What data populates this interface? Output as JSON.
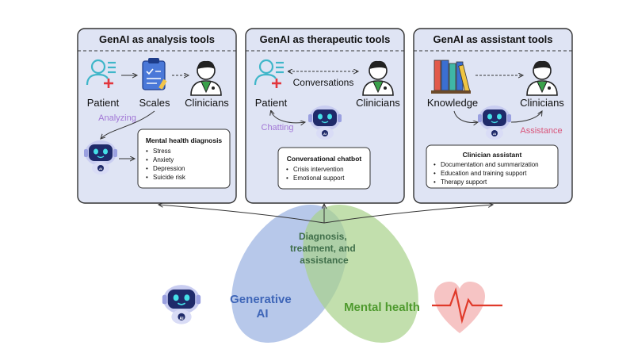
{
  "panels": [
    {
      "title": "GenAI as analysis tools",
      "labels": {
        "patient": "Patient",
        "scales": "Scales",
        "clinicians": "Clinicians",
        "action": "Analyzing"
      },
      "box": {
        "title": "Mental health diagnosis",
        "items": [
          "Stress",
          "Anxiety",
          "Depression",
          "Suicide risk"
        ]
      }
    },
    {
      "title": "GenAI as therapeutic tools",
      "labels": {
        "conversations": "Conversations",
        "patient": "Patient",
        "clinicians": "Clinicians",
        "action": "Chatting"
      },
      "box": {
        "title": "Conversational chatbot",
        "items": [
          "Crisis intervention",
          "Emotional support"
        ]
      }
    },
    {
      "title": "GenAI as assistant tools",
      "labels": {
        "knowledge": "Knowledge",
        "clinicians": "Clinicians",
        "action": "Assistance"
      },
      "box": {
        "title": "Clinician assistant",
        "items": [
          "Documentation and summarization",
          "Education and training support",
          "Therapy support"
        ]
      }
    }
  ],
  "robot_badge": "AI",
  "venn": {
    "left": "Generative AI",
    "left_lines": [
      "Generative",
      "AI"
    ],
    "right": "Mental health",
    "overlap_lines": [
      "Diagnosis,",
      "treatment, and",
      "assistance"
    ]
  },
  "colors": {
    "panel_fill": "#dfe4f4",
    "panel_border": "#333333",
    "blue_ellipse": "#9fb6e3",
    "green_ellipse": "#a8d28a",
    "analyzing": "#a277d6",
    "chatting": "#a277d6",
    "assistance": "#d9557a",
    "generative_ai_text": "#3f66b8",
    "mental_health_text": "#4e9a2e",
    "overlap_text": "#3f6e4a",
    "heart": "#f6c4c4",
    "heartbeat": "#e03a2a",
    "robot_face": "#1f2a6a",
    "robot_eyes": "#45e0e8",
    "patient_icon": "#3fb6c9",
    "cross": "#e2363d",
    "clipboard": "#4a78d8"
  }
}
